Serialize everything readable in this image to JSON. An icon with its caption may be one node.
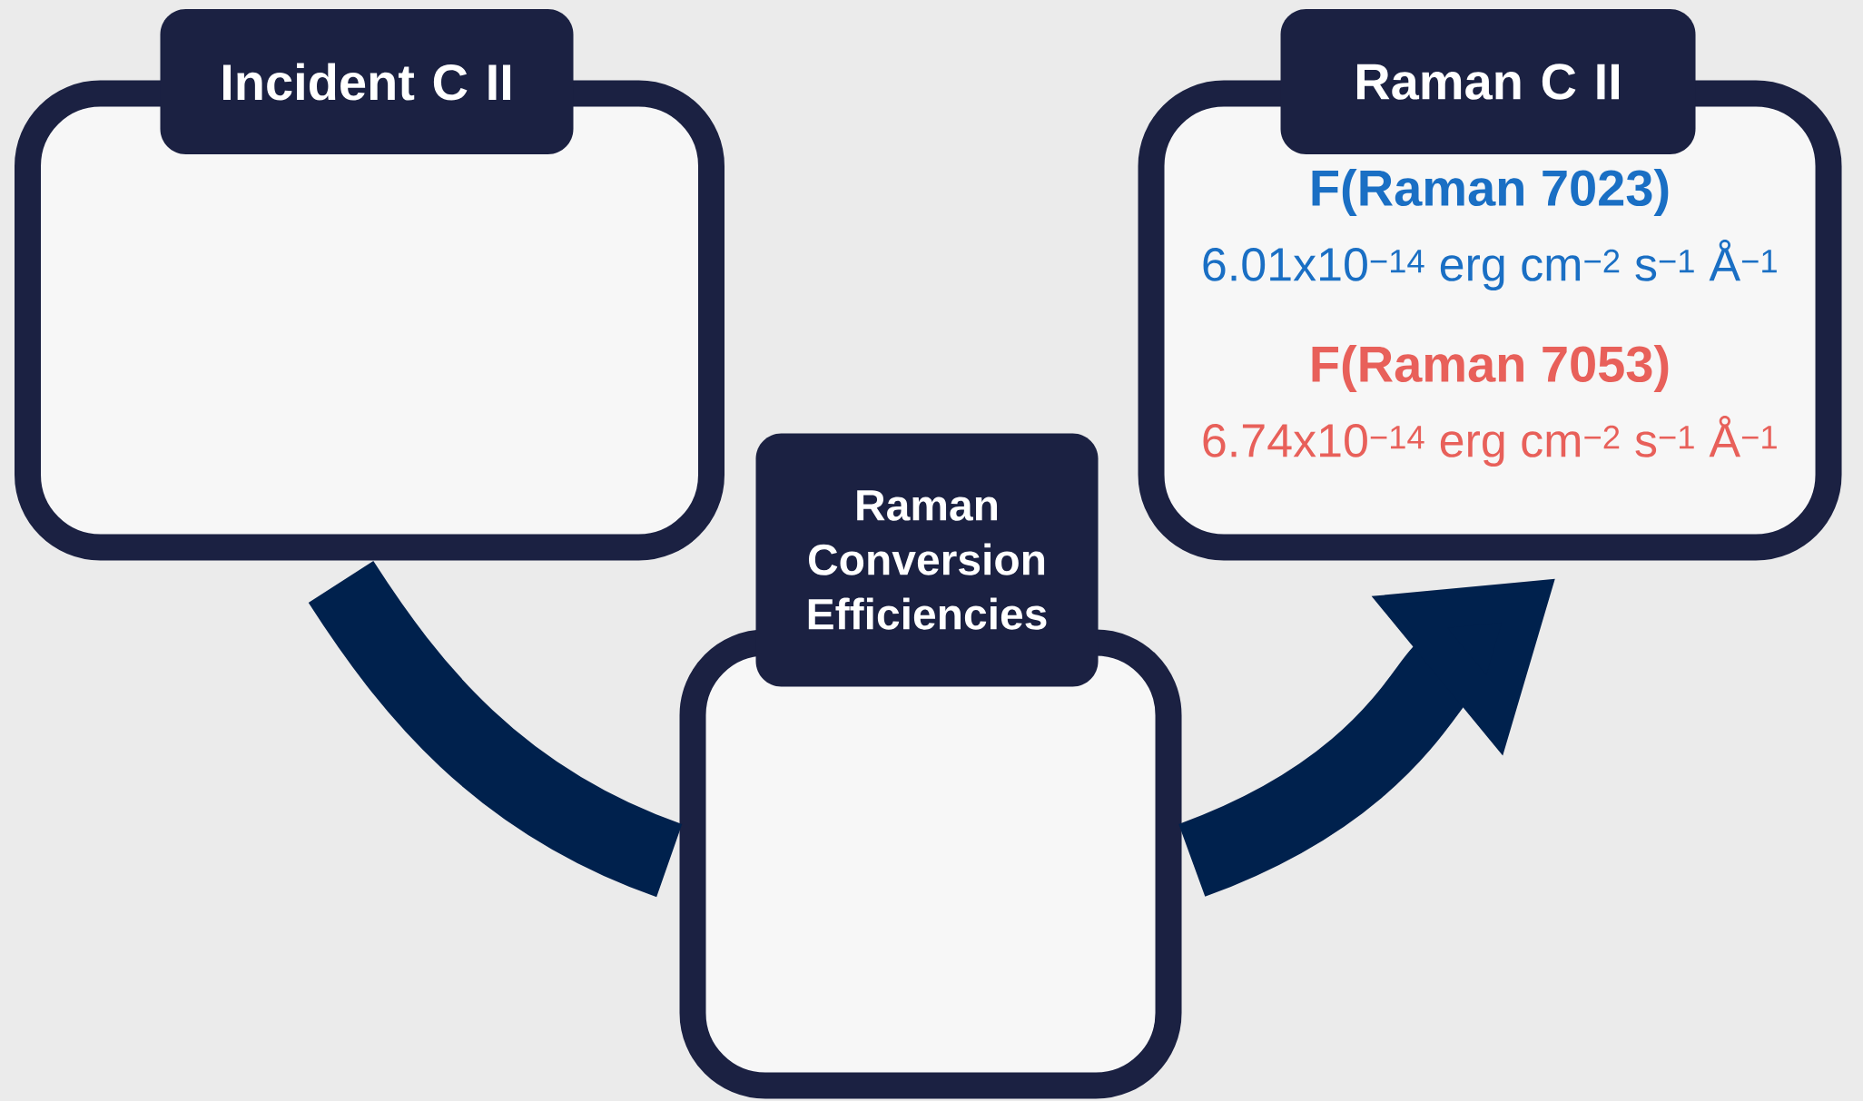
{
  "diagram": {
    "nodes": [
      {
        "text": [
          "Incident C II"
        ]
      },
      {
        "text": [
          "Raman Conversion Efficiencies"
        ]
      },
      {
        "text": [
          "Raman C II",
          "F(Raman 7023)",
          "6.01x10$^{−14}$ erg cm$^{−2}$ s$^{−1}$ Å$^{−1}$",
          "F(Raman 7053)",
          "6.74x10$^{−14}$ erg cm$^{−2}$ s$^{−1}$ Å$^{−1}$"
        ]
      }
    ],
    "edges": [
      {
        "from": 0,
        "to": 1,
        "arrow": "none"
      },
      {
        "from": 1,
        "to": 2,
        "arrow": "to"
      }
    ]
  }
}
